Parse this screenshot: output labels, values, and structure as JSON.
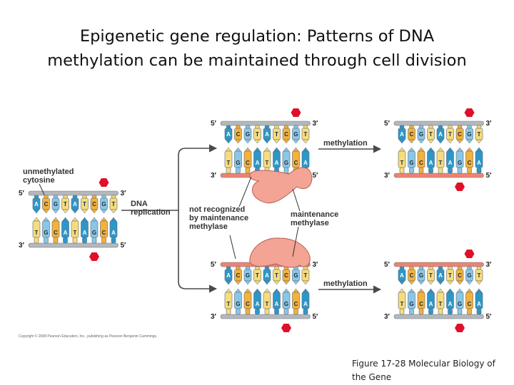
{
  "title": {
    "line1": "Epigenetic gene regulation: Patterns of DNA",
    "line2": "methylation can be maintained through cell division"
  },
  "labels": {
    "unmethylated": [
      "unmethylated",
      "cytosine"
    ],
    "dna_replication": [
      "DNA",
      "replication"
    ],
    "not_recognized": [
      "not recognized",
      "by maintenance",
      "methylase"
    ],
    "maintenance": [
      "maintenance",
      "methylase"
    ],
    "methylation": "methylation",
    "five_prime": "5′",
    "three_prime": "3′"
  },
  "sequences": {
    "top": [
      "A",
      "C",
      "G",
      "T",
      "A",
      "T",
      "C",
      "G",
      "T"
    ],
    "bottom": [
      "T",
      "G",
      "C",
      "A",
      "T",
      "A",
      "G",
      "C",
      "A"
    ]
  },
  "colors": {
    "A": "#2e97c9",
    "T": "#f6dc7e",
    "G": "#8ac7e6",
    "C": "#f3b23c",
    "strand_old": "#b4b8bc",
    "strand_new": "#ef8272",
    "methyl": "#e0102a",
    "enzyme": "#f3a495"
  },
  "copyright": "Copyright © 2008 Pearson Education, Inc., publishing as Pearson Benjamin Cummings.",
  "caption": "Figure 17-28 Molecular Biology of the Gene"
}
